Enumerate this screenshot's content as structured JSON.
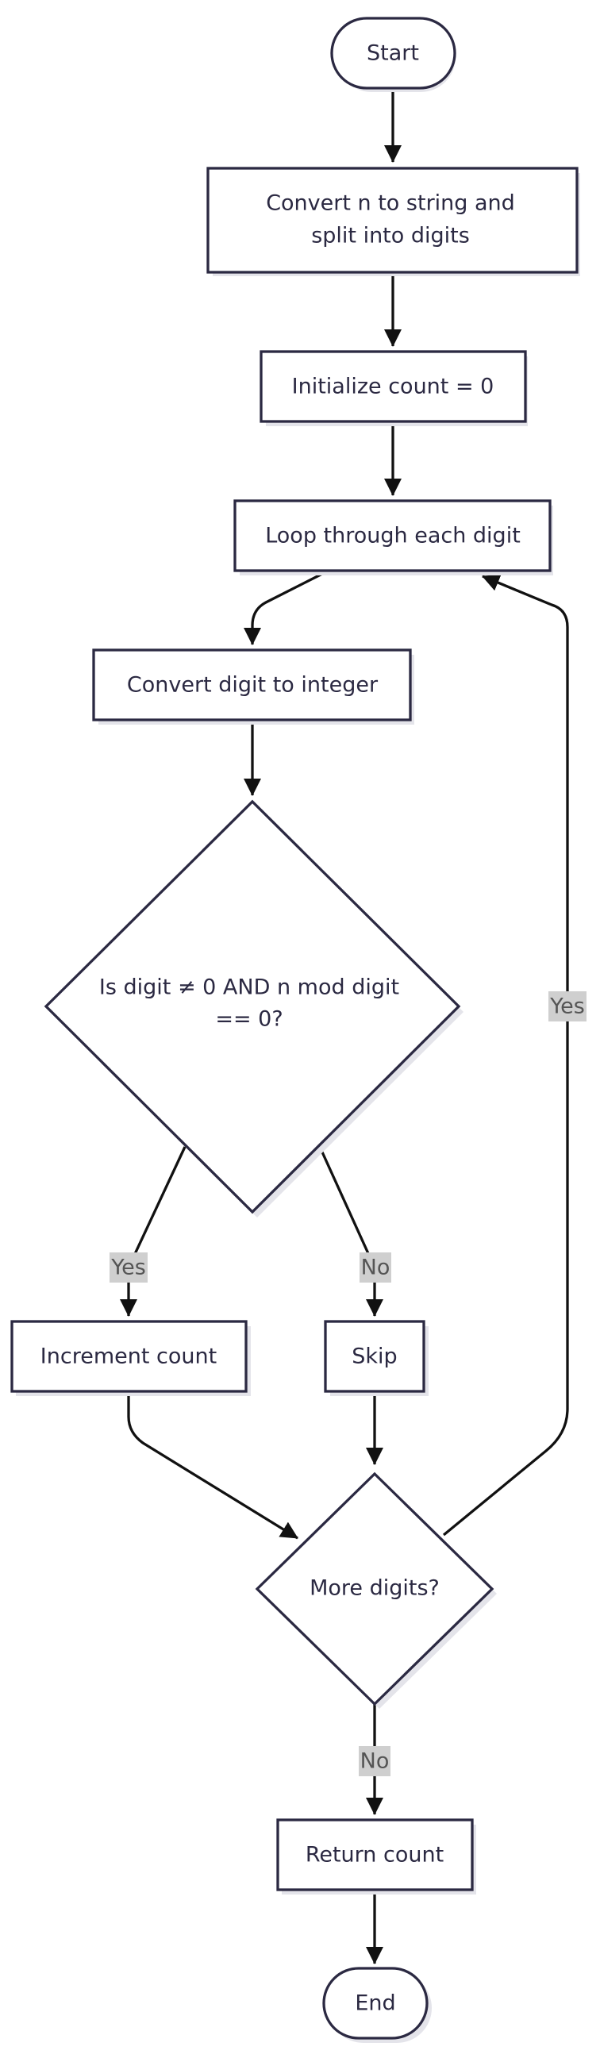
{
  "nodes": {
    "start": "Start",
    "convert_line1": "Convert n to string and",
    "convert_line2": "split into digits",
    "init": "Initialize count = 0",
    "loop": "Loop through each digit",
    "to_int": "Convert digit to integer",
    "check_line1": "Is digit ≠ 0 AND n mod digit",
    "check_line2": "== 0?",
    "increment": "Increment count",
    "skip": "Skip",
    "more": "More digits?",
    "return": "Return count",
    "end": "End"
  },
  "edges": {
    "check_yes": "Yes",
    "check_no": "No",
    "more_yes": "Yes",
    "more_no": "No"
  }
}
